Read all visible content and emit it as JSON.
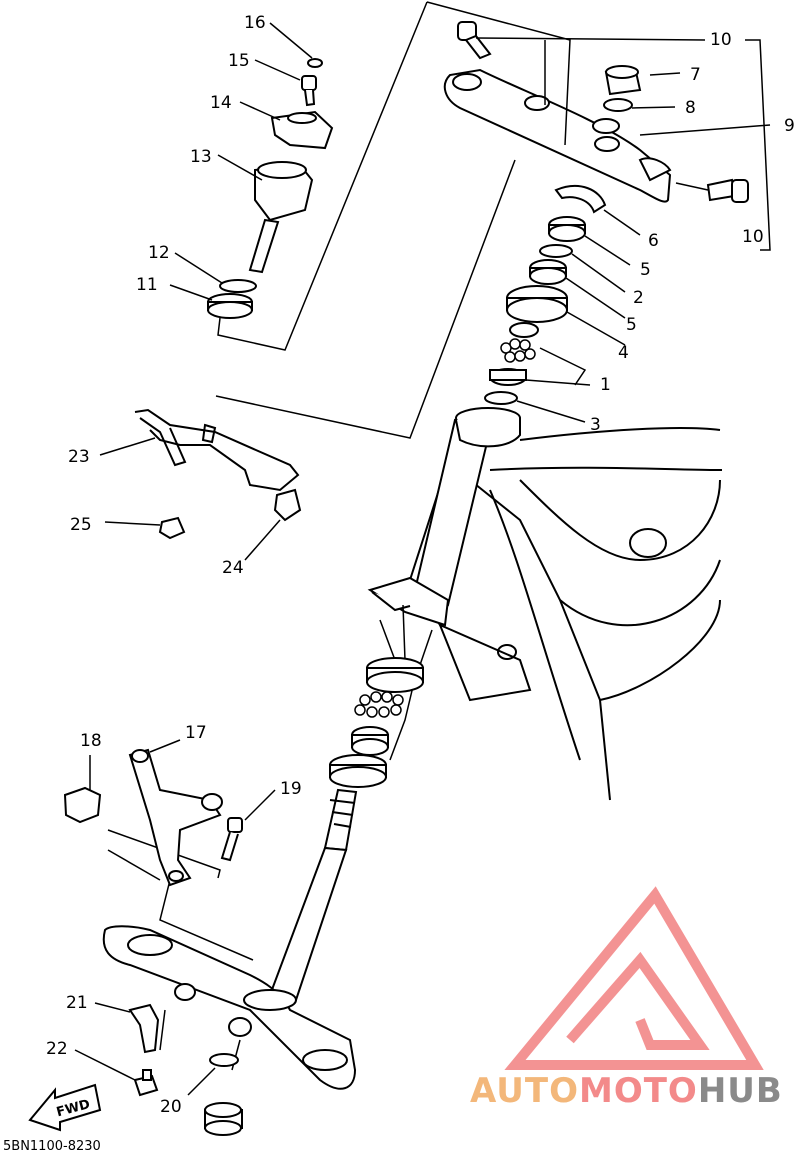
{
  "diagram": {
    "code": "5BN1100-8230",
    "fwd_label": "FWD",
    "callouts": [
      "1",
      "2",
      "3",
      "4",
      "5",
      "5",
      "6",
      "7",
      "8",
      "9",
      "10",
      "10",
      "11",
      "12",
      "13",
      "14",
      "15",
      "16",
      "17",
      "18",
      "19",
      "20",
      "21",
      "22",
      "23",
      "24",
      "25"
    ]
  },
  "watermark": {
    "part1": "AUTO",
    "part2": "MOTO",
    "part3": "HUB",
    "color_auto": "#f3b77a",
    "color_moto": "#f38a8a",
    "color_hub": "#8a8a8a",
    "logo_color": "#f07070"
  }
}
